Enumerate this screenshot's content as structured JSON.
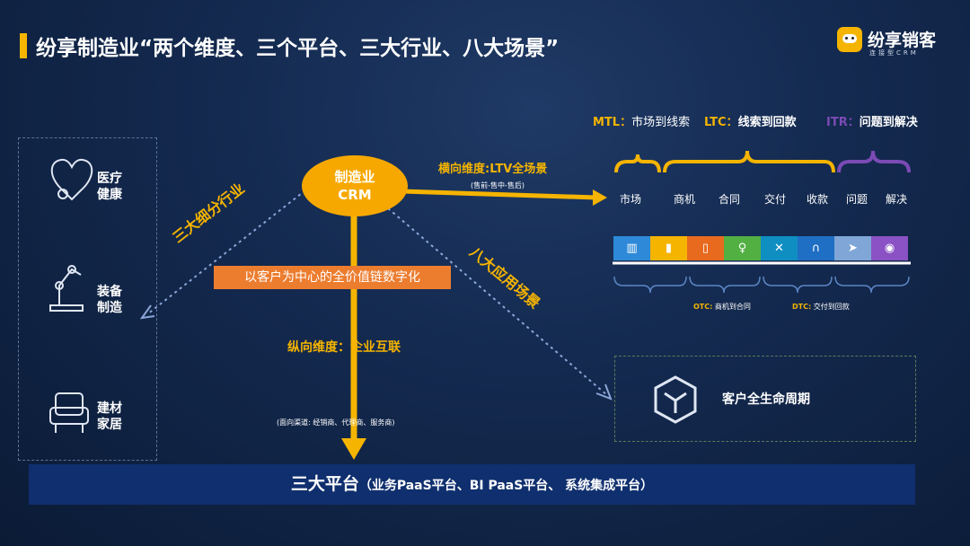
{
  "header": {
    "title": "纷享制造业“两个维度、三个平台、三大行业、八大场景”",
    "logo_name": "纷享销客",
    "logo_sub": "连接型CRM"
  },
  "industries": [
    {
      "label": "医疗\n健康",
      "icon": "heart-stethoscope-icon"
    },
    {
      "label": "装备\n制造",
      "icon": "robot-arm-icon"
    },
    {
      "label": "建材\n家居",
      "icon": "armchair-icon"
    }
  ],
  "center": {
    "crm_label": "制造业\nCRM",
    "value_chain": "以客户为中心的全价值链数字化",
    "horizontal_title": "横向维度:LTV全场景",
    "horizontal_sub": "(售前-售中-售后)",
    "vertical_title": "纵向维度：企业互联",
    "vertical_sub": "(面向渠道: 经销商、代理商、服务商)",
    "diag_left": "三大细分行业",
    "diag_right": "八大应用场景"
  },
  "phases": [
    {
      "key": "MTL",
      "desc": "市场到线索",
      "color": "#f5b400"
    },
    {
      "key": "LTC",
      "desc": "线索到回款",
      "color": "#f5b400"
    },
    {
      "key": "ITR",
      "desc": "问题到解决",
      "color": "#7b4bb5"
    }
  ],
  "stages": [
    "市场",
    "商机",
    "合同",
    "交付",
    "收款",
    "问题",
    "解决"
  ],
  "scenario_icons": [
    {
      "icon": "building-icon",
      "color": "#2e8ad8"
    },
    {
      "icon": "cards-icon",
      "color": "#f5b400"
    },
    {
      "icon": "battery-icon",
      "color": "#e86a1e"
    },
    {
      "icon": "trophy-icon",
      "color": "#52b043"
    },
    {
      "icon": "tools-icon",
      "color": "#0f8ec2"
    },
    {
      "icon": "arch-icon",
      "color": "#1f6fc4"
    },
    {
      "icon": "send-icon",
      "color": "#7fa6d6"
    },
    {
      "icon": "bulb-icon",
      "color": "#8a52c4"
    }
  ],
  "sub_processes": [
    {
      "key": "OTC:",
      "desc": "商机到合同"
    },
    {
      "key": "DTC:",
      "desc": "交付到回款"
    }
  ],
  "lifecycle": {
    "label": "客户全生命周期",
    "icon": "cube-icon"
  },
  "platform": {
    "main": "三大平台",
    "detail": "（业务PaaS平台、BI PaaS平台、 系统集成平台）"
  },
  "colors": {
    "accent": "#f5b400",
    "orange_box": "#ec7d2f",
    "bottom_bar": "#0f2f6e"
  }
}
